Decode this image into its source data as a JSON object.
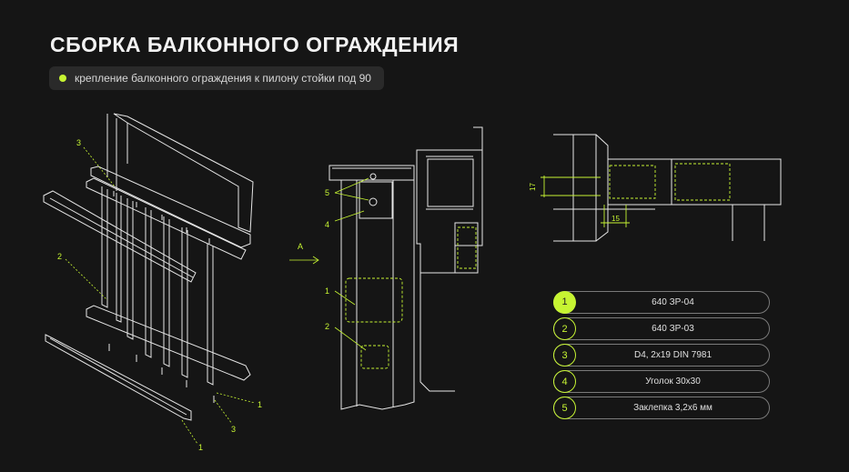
{
  "header": {
    "title": "СБОРКА БАЛКОННОГО ОГРАЖДЕНИЯ",
    "subtitle": "крепление балконного ограждения к пилону стойки под 90"
  },
  "drawing_labels": {
    "iso": [
      "3",
      "2",
      "1",
      "3",
      "1"
    ],
    "section": [
      "5",
      "4",
      "1",
      "2"
    ],
    "view_arrow": "А",
    "dims": [
      "17",
      "15"
    ]
  },
  "legend": [
    {
      "num": "1",
      "text": "640 ЗР-04"
    },
    {
      "num": "2",
      "text": "640 ЗР-03"
    },
    {
      "num": "3",
      "text": "D4, 2x19 DIN 7981"
    },
    {
      "num": "4",
      "text": "Уголок 30x30"
    },
    {
      "num": "5",
      "text": "Заклепка 3,2x6 мм"
    }
  ],
  "colors": {
    "accent": "#c6f432",
    "line": "#e6e6e6",
    "background": "#151515"
  }
}
